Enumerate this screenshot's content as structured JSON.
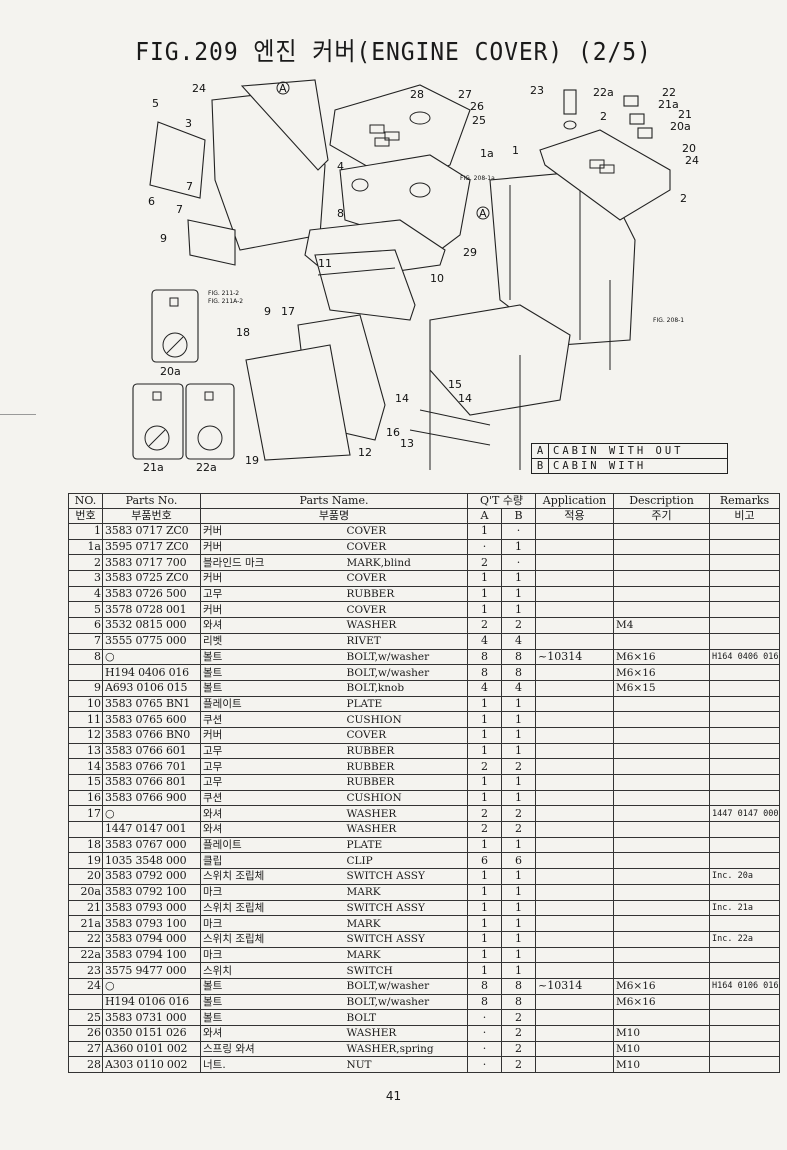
{
  "title": "FIG.209 엔진 커버(ENGINE COVER) (2/5)",
  "page_number": "41",
  "diagram": {
    "callouts": [
      "24",
      "A",
      "5",
      "3",
      "4",
      "28",
      "27",
      "26",
      "25",
      "1a",
      "23",
      "22a",
      "22",
      "21a",
      "2",
      "21",
      "20a",
      "1",
      "20",
      "24",
      "7",
      "6",
      "7",
      "2",
      "FIG. 208-1a",
      "8",
      "A",
      "9",
      "29",
      "11",
      "10",
      "FIG. 211-2",
      "FIG. 211A-2",
      "9",
      "17",
      "FIG. 208-1",
      "18",
      "15",
      "14",
      "14",
      "16",
      "13",
      "12",
      "19",
      "20a",
      "21a",
      "22a"
    ]
  },
  "legend": [
    {
      "key": "A",
      "text": "CABIN WITH OUT"
    },
    {
      "key": "B",
      "text": "CABIN WITH"
    }
  ],
  "table": {
    "headers": {
      "no": "NO.",
      "no_ko": "번호",
      "part_no": "Parts No.",
      "part_no_ko": "부품번호",
      "name": "Parts Name.",
      "name_ko": "부품명",
      "qty": "Q'T 수량",
      "qty_a": "A",
      "qty_b": "B",
      "application": "Application",
      "application_ko": "적용",
      "description": "Description",
      "description_ko": "주기",
      "remarks": "Remarks",
      "remarks_ko": "비고"
    },
    "rows": [
      {
        "no": "1",
        "part_no": "3583 0717 ZC0",
        "name_ko": "커버",
        "name_en": "COVER",
        "qa": "1",
        "qb": "·",
        "app": "",
        "desc": "",
        "rem": ""
      },
      {
        "no": "1a",
        "part_no": "3595 0717 ZC0",
        "name_ko": "커버",
        "name_en": "COVER",
        "qa": "·",
        "qb": "1",
        "app": "",
        "desc": "",
        "rem": ""
      },
      {
        "no": "2",
        "part_no": "3583 0717 700",
        "name_ko": "블라인드 마크",
        "name_en": "MARK,blind",
        "qa": "2",
        "qb": "·",
        "app": "",
        "desc": "",
        "rem": ""
      },
      {
        "no": "3",
        "part_no": "3583 0725 ZC0",
        "name_ko": "커버",
        "name_en": "COVER",
        "qa": "1",
        "qb": "1",
        "app": "",
        "desc": "",
        "rem": ""
      },
      {
        "no": "4",
        "part_no": "3583 0726 500",
        "name_ko": "고무",
        "name_en": "RUBBER",
        "qa": "1",
        "qb": "1",
        "app": "",
        "desc": "",
        "rem": ""
      },
      {
        "no": "5",
        "part_no": "3578 0728 001",
        "name_ko": "커버",
        "name_en": "COVER",
        "qa": "1",
        "qb": "1",
        "app": "",
        "desc": "",
        "rem": ""
      },
      {
        "no": "6",
        "part_no": "3532 0815 000",
        "name_ko": "와셔",
        "name_en": "WASHER",
        "qa": "2",
        "qb": "2",
        "app": "",
        "desc": "M4",
        "rem": ""
      },
      {
        "no": "7",
        "part_no": "3555 0775 000",
        "name_ko": "리벳",
        "name_en": "RIVET",
        "qa": "4",
        "qb": "4",
        "app": "",
        "desc": "",
        "rem": ""
      },
      {
        "no": "8",
        "part_no": "○",
        "name_ko": "볼트",
        "name_en": "BOLT,w/washer",
        "qa": "8",
        "qb": "8",
        "app": "~10314",
        "desc": "M6×16",
        "rem": "H164 0406 016"
      },
      {
        "no": "",
        "part_no": "H194 0406 016",
        "name_ko": "볼트",
        "name_en": "BOLT,w/washer",
        "qa": "8",
        "qb": "8",
        "app": "",
        "desc": "M6×16",
        "rem": ""
      },
      {
        "no": "9",
        "part_no": "A693 0106 015",
        "name_ko": "볼트",
        "name_en": "BOLT,knob",
        "qa": "4",
        "qb": "4",
        "app": "",
        "desc": "M6×15",
        "rem": ""
      },
      {
        "no": "10",
        "part_no": "3583 0765 BN1",
        "name_ko": "플레이트",
        "name_en": "PLATE",
        "qa": "1",
        "qb": "1",
        "app": "",
        "desc": "",
        "rem": ""
      },
      {
        "no": "11",
        "part_no": "3583 0765 600",
        "name_ko": "쿠션",
        "name_en": "CUSHION",
        "qa": "1",
        "qb": "1",
        "app": "",
        "desc": "",
        "rem": ""
      },
      {
        "no": "12",
        "part_no": "3583 0766 BN0",
        "name_ko": "커버",
        "name_en": "COVER",
        "qa": "1",
        "qb": "1",
        "app": "",
        "desc": "",
        "rem": ""
      },
      {
        "no": "13",
        "part_no": "3583 0766 601",
        "name_ko": "고무",
        "name_en": "RUBBER",
        "qa": "1",
        "qb": "1",
        "app": "",
        "desc": "",
        "rem": ""
      },
      {
        "no": "14",
        "part_no": "3583 0766 701",
        "name_ko": "고무",
        "name_en": "RUBBER",
        "qa": "2",
        "qb": "2",
        "app": "",
        "desc": "",
        "rem": ""
      },
      {
        "no": "15",
        "part_no": "3583 0766 801",
        "name_ko": "고무",
        "name_en": "RUBBER",
        "qa": "1",
        "qb": "1",
        "app": "",
        "desc": "",
        "rem": ""
      },
      {
        "no": "16",
        "part_no": "3583 0766 900",
        "name_ko": "쿠션",
        "name_en": "CUSHION",
        "qa": "1",
        "qb": "1",
        "app": "",
        "desc": "",
        "rem": ""
      },
      {
        "no": "17",
        "part_no": "○",
        "name_ko": "와셔",
        "name_en": "WASHER",
        "qa": "2",
        "qb": "2",
        "app": "",
        "desc": "",
        "rem": "1447 0147 000"
      },
      {
        "no": "",
        "part_no": "1447 0147 001",
        "name_ko": "와셔",
        "name_en": "WASHER",
        "qa": "2",
        "qb": "2",
        "app": "",
        "desc": "",
        "rem": ""
      },
      {
        "no": "18",
        "part_no": "3583 0767 000",
        "name_ko": "플레이트",
        "name_en": "PLATE",
        "qa": "1",
        "qb": "1",
        "app": "",
        "desc": "",
        "rem": ""
      },
      {
        "no": "19",
        "part_no": "1035 3548 000",
        "name_ko": "클립",
        "name_en": "CLIP",
        "qa": "6",
        "qb": "6",
        "app": "",
        "desc": "",
        "rem": ""
      },
      {
        "no": "20",
        "part_no": "3583 0792 000",
        "name_ko": "스위치 조립체",
        "name_en": "SWITCH ASSY",
        "qa": "1",
        "qb": "1",
        "app": "",
        "desc": "",
        "rem": "Inc. 20a"
      },
      {
        "no": "20a",
        "part_no": "3583 0792 100",
        "name_ko": "마크",
        "name_en": "MARK",
        "qa": "1",
        "qb": "1",
        "app": "",
        "desc": "",
        "rem": ""
      },
      {
        "no": "21",
        "part_no": "3583 0793 000",
        "name_ko": "스위치 조립체",
        "name_en": "SWITCH ASSY",
        "qa": "1",
        "qb": "1",
        "app": "",
        "desc": "",
        "rem": "Inc. 21a"
      },
      {
        "no": "21a",
        "part_no": "3583 0793 100",
        "name_ko": "마크",
        "name_en": "MARK",
        "qa": "1",
        "qb": "1",
        "app": "",
        "desc": "",
        "rem": ""
      },
      {
        "no": "22",
        "part_no": "3583 0794 000",
        "name_ko": "스위치 조립체",
        "name_en": "SWITCH ASSY",
        "qa": "1",
        "qb": "1",
        "app": "",
        "desc": "",
        "rem": "Inc. 22a"
      },
      {
        "no": "22a",
        "part_no": "3583 0794 100",
        "name_ko": "마크",
        "name_en": "MARK",
        "qa": "1",
        "qb": "1",
        "app": "",
        "desc": "",
        "rem": ""
      },
      {
        "no": "23",
        "part_no": "3575 9477 000",
        "name_ko": "스위치",
        "name_en": "SWITCH",
        "qa": "1",
        "qb": "1",
        "app": "",
        "desc": "",
        "rem": ""
      },
      {
        "no": "24",
        "part_no": "○",
        "name_ko": "볼트",
        "name_en": "BOLT,w/washer",
        "qa": "8",
        "qb": "8",
        "app": "~10314",
        "desc": "M6×16",
        "rem": "H164 0106 016"
      },
      {
        "no": "",
        "part_no": "H194 0106 016",
        "name_ko": "볼트",
        "name_en": "BOLT,w/washer",
        "qa": "8",
        "qb": "8",
        "app": "",
        "desc": "M6×16",
        "rem": ""
      },
      {
        "no": "25",
        "part_no": "3583 0731 000",
        "name_ko": "볼트",
        "name_en": "BOLT",
        "qa": "·",
        "qb": "2",
        "app": "",
        "desc": "",
        "rem": ""
      },
      {
        "no": "26",
        "part_no": "0350 0151 026",
        "name_ko": "와셔",
        "name_en": "WASHER",
        "qa": "·",
        "qb": "2",
        "app": "",
        "desc": "M10",
        "rem": ""
      },
      {
        "no": "27",
        "part_no": "A360 0101 002",
        "name_ko": "스프링 와셔",
        "name_en": "WASHER,spring",
        "qa": "·",
        "qb": "2",
        "app": "",
        "desc": "M10",
        "rem": ""
      },
      {
        "no": "28",
        "part_no": "A303 0110 002",
        "name_ko": "너트.",
        "name_en": "NUT",
        "qa": "·",
        "qb": "2",
        "app": "",
        "desc": "M10",
        "rem": ""
      }
    ]
  }
}
